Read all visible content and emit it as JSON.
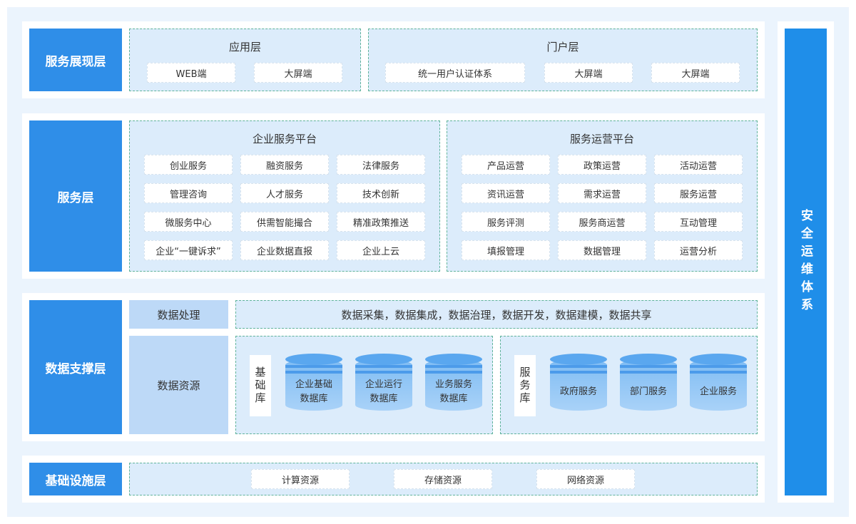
{
  "layers": {
    "presentation": {
      "label": "服务展现层",
      "app_layer": {
        "title": "应用层",
        "items": [
          "WEB端",
          "大屏端"
        ]
      },
      "portal_layer": {
        "title": "门户层",
        "items": [
          "统一用户认证体系",
          "大屏端",
          "大屏端"
        ]
      }
    },
    "service": {
      "label": "服务层",
      "enterprise_platform": {
        "title": "企业服务平台",
        "items": [
          "创业服务",
          "融资服务",
          "法律服务",
          "管理咨询",
          "人才服务",
          "技术创新",
          "微服务中心",
          "供需智能撮合",
          "精准政策推送",
          "企业“一键诉求”",
          "企业数据直报",
          "企业上云"
        ]
      },
      "operation_platform": {
        "title": "服务运营平台",
        "items": [
          "产品运营",
          "政策运营",
          "活动运营",
          "资讯运营",
          "需求运营",
          "服务运营",
          "服务评测",
          "服务商运营",
          "互动管理",
          "填报管理",
          "数据管理",
          "运营分析"
        ]
      }
    },
    "data": {
      "label": "数据支撑层",
      "processing_label": "数据处理",
      "processing_text": "数据采集，数据集成，数据治理，数据开发，数据建模，数据共享",
      "resource_label": "数据资源",
      "base_lib": {
        "label": "基础库",
        "dbs": [
          "企业基础数据库",
          "企业运行数据库",
          "业务服务数据库"
        ]
      },
      "service_lib": {
        "label": "服务库",
        "dbs": [
          "政府服务",
          "部门服务",
          "企业服务"
        ]
      }
    },
    "infra": {
      "label": "基础设施层",
      "items": [
        "计算资源",
        "存储资源",
        "网络资源"
      ]
    }
  },
  "security": {
    "label": "安全运维体系"
  },
  "colors": {
    "label_blue": "#2f8ee8",
    "panel_bg": "#dcecfb",
    "panel_border": "#5fb39a",
    "cylinder": "#5aa7ef"
  }
}
